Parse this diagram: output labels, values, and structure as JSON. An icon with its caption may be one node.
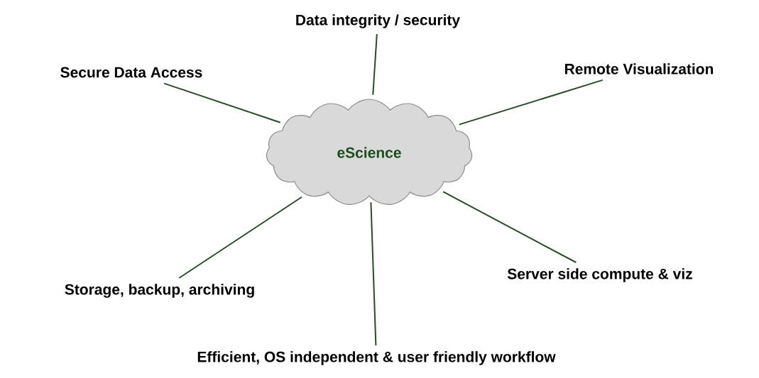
{
  "diagram": {
    "nodes": [
      {
        "text": [
          "eScience"
        ]
      },
      {
        "text": [
          "Data integrity / security"
        ]
      },
      {
        "text": [
          "Remote Visualization"
        ]
      },
      {
        "text": [
          "Secure Data Access"
        ]
      },
      {
        "text": [
          "Storage, backup, archiving"
        ]
      },
      {
        "text": [
          "Server side compute & viz"
        ]
      },
      {
        "text": [
          "Efficient, OS independent & user friendly workflow"
        ]
      }
    ],
    "edges": [
      {
        "from": 0,
        "to": 1,
        "arrow": "none"
      },
      {
        "from": 0,
        "to": 2,
        "arrow": "none"
      },
      {
        "from": 0,
        "to": 3,
        "arrow": "none"
      },
      {
        "from": 0,
        "to": 4,
        "arrow": "none"
      },
      {
        "from": 0,
        "to": 5,
        "arrow": "none"
      },
      {
        "from": 0,
        "to": 6,
        "arrow": "none"
      }
    ]
  }
}
